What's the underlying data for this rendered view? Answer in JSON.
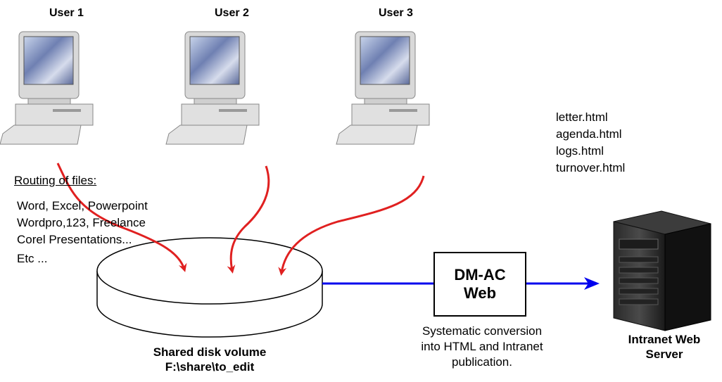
{
  "users": [
    "User 1",
    "User 2",
    "User 3"
  ],
  "routing": {
    "heading": "Routing of files:",
    "lines": [
      "Word, Excel, Powerpoint",
      "Wordpro,123, Freelance",
      "Corel Presentations...",
      "Etc ..."
    ]
  },
  "files": [
    "letter.html",
    "agenda.html",
    "logs.html",
    "turnover.html"
  ],
  "disk": {
    "line1": "Shared disk volume",
    "line2": "F:\\share\\to_edit"
  },
  "converter": {
    "line1": "DM-AC",
    "line2": "Web"
  },
  "conversion_text": [
    "Systematic conversion",
    "into HTML and Intranet",
    "publication."
  ],
  "server": {
    "line1": "Intranet Web",
    "line2": "Server"
  },
  "colors": {
    "route_arrow": "#e02020",
    "flow_arrow": "#0000ee",
    "screen": "#6a7fb0"
  }
}
